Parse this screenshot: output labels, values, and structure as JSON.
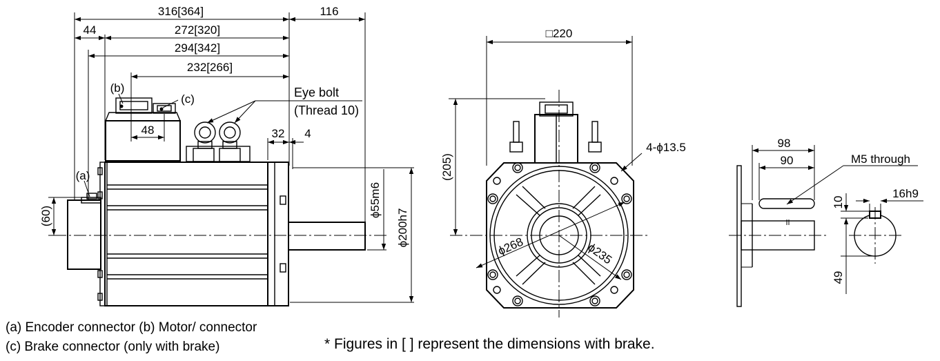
{
  "side_view": {
    "dim_total": "316[364]",
    "dim_44": "44",
    "dim_272": "272[320]",
    "dim_294": "294[342]",
    "dim_232": "232[266]",
    "dim_116": "116",
    "dim_48": "48",
    "dim_32": "32",
    "dim_4": "4",
    "dim_60": "(60)",
    "dim_shaft_dia": "ϕ55m6",
    "dim_flange_dia": "ϕ200h7",
    "label_a": "(a)",
    "label_b": "(b)",
    "label_c": "(c)",
    "eye_bolt": "Eye bolt",
    "eye_bolt_thread": "(Thread 10)"
  },
  "front_view": {
    "dim_square": "□220",
    "dim_205": "(205)",
    "dim_holes": "4-ϕ13.5",
    "dim_268": "ϕ268",
    "dim_235": "ϕ235"
  },
  "shaft_view": {
    "dim_98": "98",
    "dim_90": "90",
    "tap_note": "M5 through",
    "dim_10": "10",
    "dim_key": "16h9",
    "dim_49": "49"
  },
  "legend": {
    "line1": "(a) Encoder connector  (b) Motor/ connector",
    "line2": "(c) Brake connector (only with brake)",
    "footnote": "* Figures in [  ] represent the dimensions with brake."
  }
}
